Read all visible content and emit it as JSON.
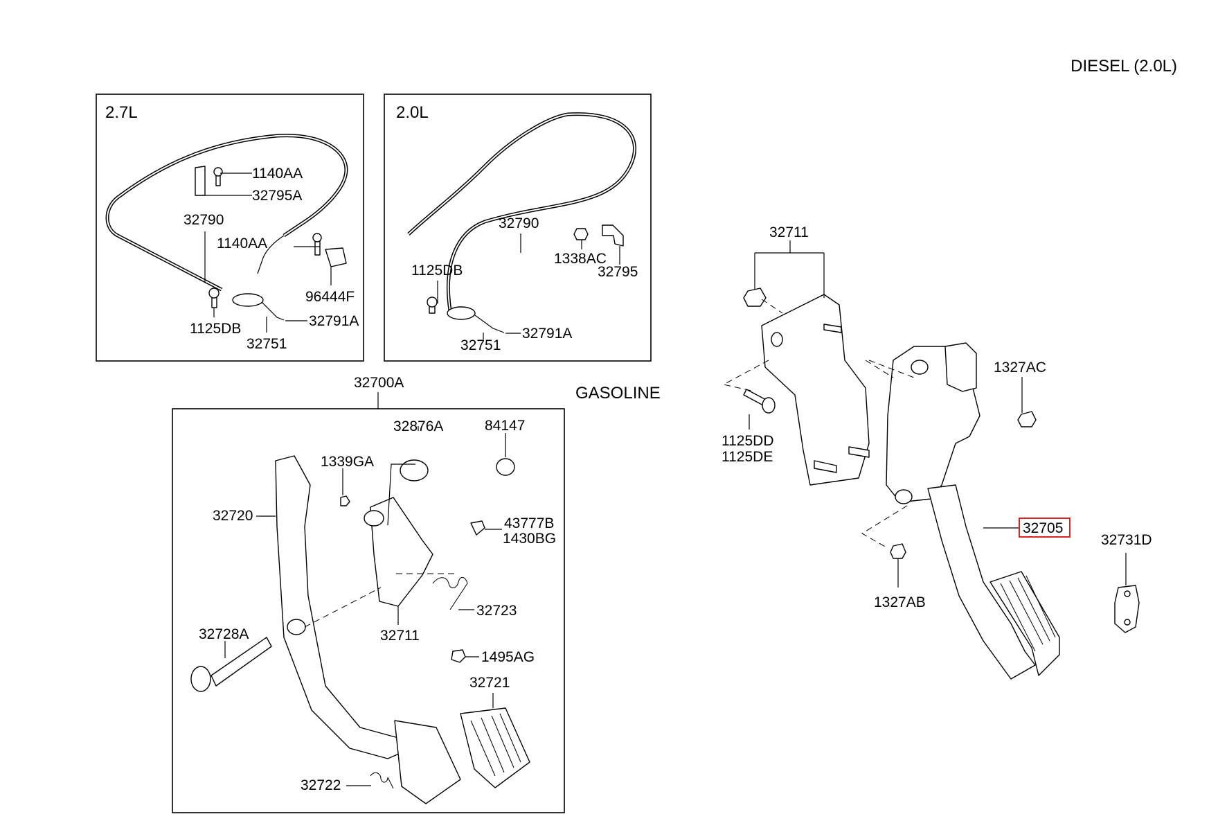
{
  "diagram": {
    "header": "DIESEL (2.0L)",
    "section_gasoline": "GASOLINE",
    "box_27": {
      "title": "2.7L",
      "labels": [
        "1140AA",
        "32795A",
        "32790",
        "1140AA",
        "96444F",
        "1125DB",
        "32751",
        "32791A"
      ]
    },
    "box_20": {
      "title": "2.0L",
      "labels": [
        "32790",
        "1338AC",
        "32795",
        "1125DB",
        "32751",
        "32791A"
      ]
    },
    "gasoline": {
      "assembly": "32700A",
      "labels": [
        "32876A",
        "84147",
        "1339GA",
        "32720",
        "43777B",
        "1430BG",
        "32723",
        "32711",
        "32728A",
        "1495AG",
        "32721",
        "32722"
      ]
    },
    "diesel": {
      "labels": [
        "32711",
        "1327AC",
        "1125DD",
        "1125DE",
        "32731D",
        "1327AB"
      ],
      "highlighted": "32705",
      "highlight_color": "#e02020"
    }
  }
}
